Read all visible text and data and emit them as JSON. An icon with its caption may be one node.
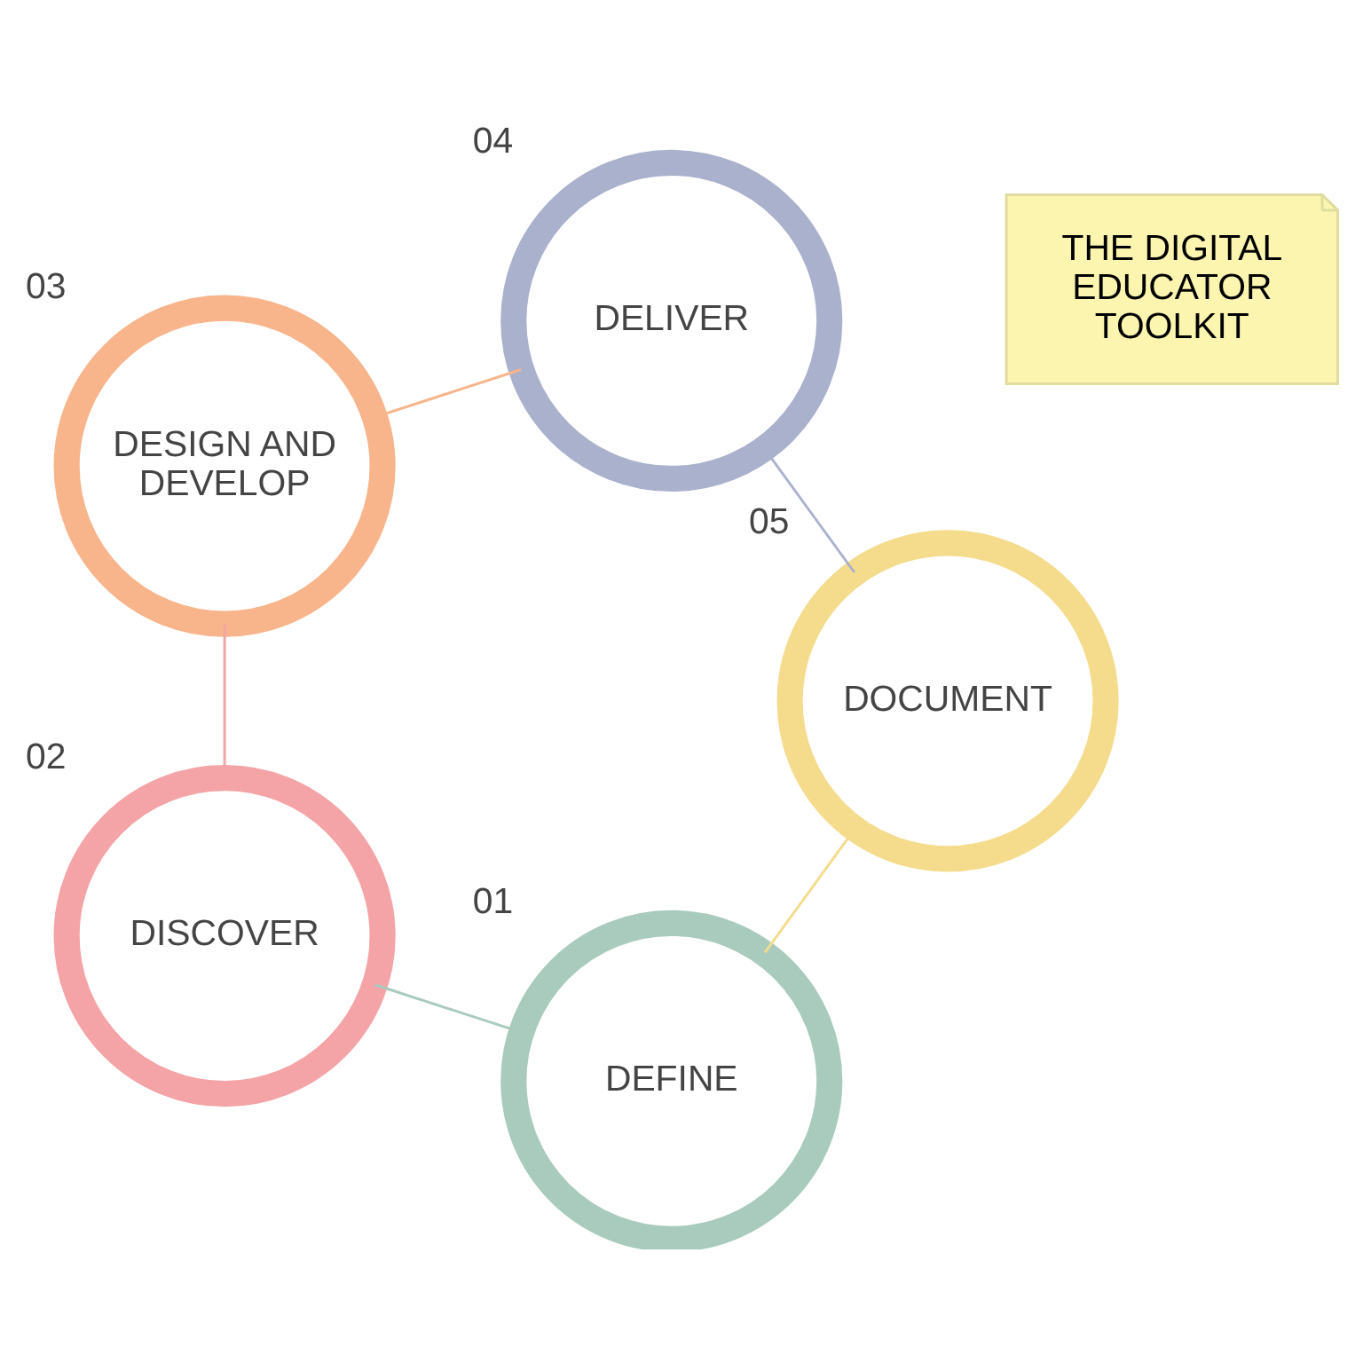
{
  "diagram": {
    "nodes": [
      {
        "text": [
          "DEFINE"
        ],
        "beside": [
          "01"
        ]
      },
      {
        "text": [
          "DISCOVER"
        ],
        "beside": [
          "02"
        ]
      },
      {
        "text": [
          "DESIGN AND DEVELOP"
        ],
        "beside": [
          "03"
        ]
      },
      {
        "text": [
          "DELIVER"
        ],
        "beside": [
          "04"
        ]
      },
      {
        "text": [
          "DOCUMENT"
        ],
        "beside": [
          "05"
        ]
      },
      {
        "text": [
          "THE DIGITAL EDUCATOR TOOLKIT"
        ]
      }
    ],
    "edges": [
      {
        "from": 0,
        "to": 1,
        "arrow": "none",
        "color": "#a8cbbd"
      },
      {
        "from": 1,
        "to": 2,
        "arrow": "none",
        "color": "#f4a3a6"
      },
      {
        "from": 2,
        "to": 3,
        "arrow": "none",
        "color": "#f8b48a"
      },
      {
        "from": 3,
        "to": 4,
        "arrow": "none",
        "color": "#a9b1cc"
      },
      {
        "from": 4,
        "to": 0,
        "arrow": "none",
        "color": "#f4dc8c"
      }
    ]
  }
}
